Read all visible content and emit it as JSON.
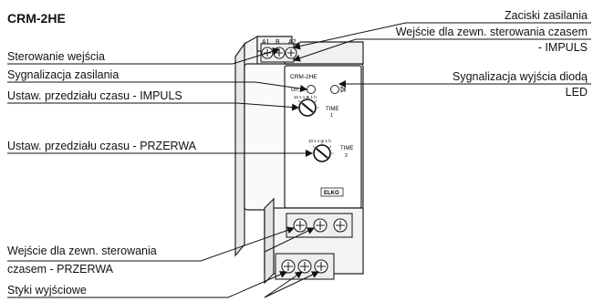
{
  "title": "CRM-2HE",
  "labels": {
    "terminals_supply": "Zaciski zasilania",
    "input_control": "Sterowanie wejścia",
    "ext_impuls_line1": "Wejście dla zewn. sterowania czasem",
    "ext_impuls_line2": "- IMPULS",
    "supply_signal": "Sygnalizacja zasilania",
    "led_line1": "Sygnalizacja wyjścia diodą",
    "led_line2": "LED",
    "time_impuls": "Ustaw. przedziału czasu - IMPULS",
    "time_przerwa": "Ustaw. przedziału czasu - PRZERWA",
    "ext_przerwa_line1": "Wejście dla zewn. sterowania",
    "ext_przerwa_line2": "czasem - PRZERWA",
    "outputs": "Styki wyjściowe"
  },
  "device": {
    "model": "CRM-2HE",
    "supply_led": "Un",
    "terminals_top": [
      "A1",
      "B",
      "A2"
    ],
    "dial1": {
      "label": "TIME",
      "index": "1"
    },
    "dial2": {
      "label": "TIME",
      "index": "2"
    },
    "logo": "ELKO"
  }
}
